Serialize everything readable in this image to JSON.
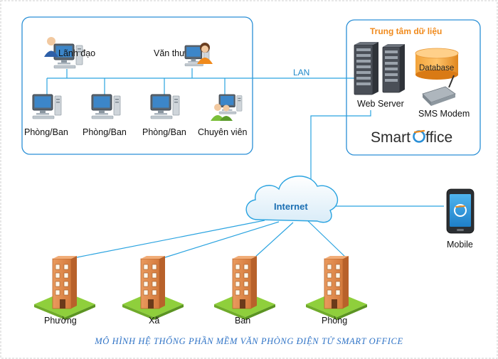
{
  "office": {
    "leader": "Lãnh đạo",
    "clerk": "Văn thư",
    "lan": "LAN",
    "departments": [
      "Phòng/Ban",
      "Phòng/Ban",
      "Phòng/Ban"
    ],
    "specialist": "Chuyên viên"
  },
  "datacenter": {
    "title": "Trung tâm dữ liệu",
    "web_server": "Web Server",
    "database": "Database",
    "sms_modem": "SMS Modem",
    "brand_a": "Smart",
    "brand_b": "ffice"
  },
  "internet": "Internet",
  "mobile": "Mobile",
  "buildings": [
    "Phường",
    "Xã",
    "Ban",
    "Phòng"
  ],
  "caption": "MÔ HÌNH HỆ THỐNG PHẦN MỀM VĂN PHÒNG ĐIỆN TỬ SMART OFFICE",
  "colors": {
    "line": "#2aa3e0",
    "box_border": "#2a8fd6",
    "accent_orange": "#f08a1c",
    "internet_text": "#1b6fb3",
    "caption": "#2f73c6"
  }
}
